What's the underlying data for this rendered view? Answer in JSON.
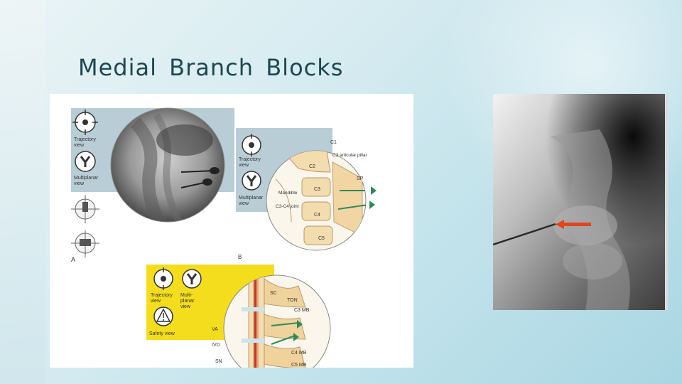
{
  "slide": {
    "title": "Medial Branch Blocks"
  },
  "figure": {
    "panel_a": {
      "letter": "A",
      "trajectory_label_1": "Trajectory",
      "trajectory_label_2": "view",
      "multiplanar_label_1": "Multiplanar",
      "multiplanar_label_2": "view"
    },
    "inset_1": {
      "trajectory_label_1": "Trajectory",
      "trajectory_label_2": "view",
      "multiplanar_label_1": "Multiplanar",
      "multiplanar_label_2": "view",
      "labels": {
        "c1": "C1",
        "c3_pillar": "C3 articular pillar",
        "c2": "C2",
        "sp": "SP",
        "mandible": "Mandible",
        "c3": "C3",
        "c3c4": "C3-C4 joint",
        "c4": "C4",
        "c5": "C5"
      }
    },
    "panel_b": {
      "letter": "B",
      "trajectory_label_1": "Trajectory",
      "trajectory_label_2": "view",
      "multiplanar_label_1": "Multi-",
      "multiplanar_label_2": "planar",
      "multiplanar_label_3": "view",
      "safety_label": "Safety view",
      "labels": {
        "sc": "SC",
        "ton": "TON",
        "c3mb": "C3 MB",
        "va": "VA",
        "ivd": "IVD",
        "c4mb": "C4 MB",
        "sn": "SN",
        "c5mb": "C5 MB"
      }
    }
  },
  "colors": {
    "title": "#1f4750",
    "yellow_panel": "#f4dd1c",
    "blue_panel": "#b9cdd6",
    "bone": "#f3dcae",
    "needle": "#2f8a5a",
    "red_arrow": "#e0451e"
  }
}
